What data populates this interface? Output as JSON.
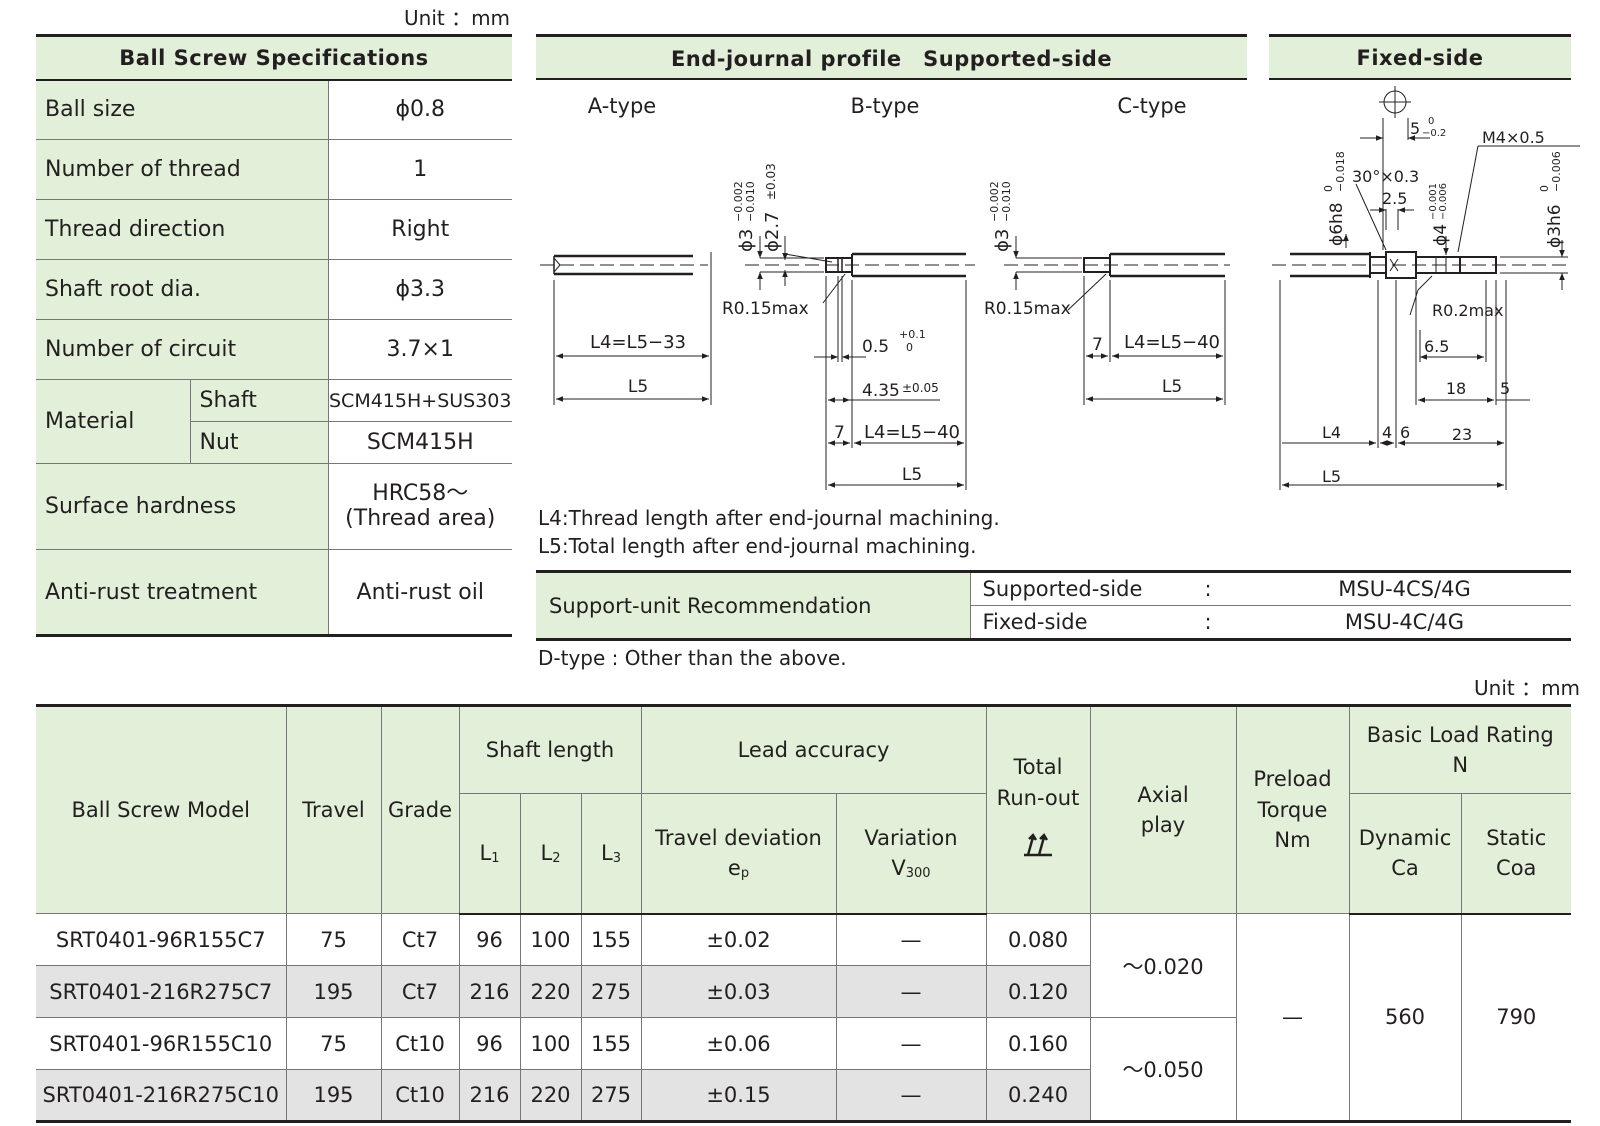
{
  "unit_label_top": "Unit ：mm",
  "unit_label_bottom": "Unit ：mm",
  "spec": {
    "title": "Ball Screw Specifications",
    "rows": [
      {
        "label": "Ball size",
        "value": "ϕ0.8"
      },
      {
        "label": "Number of thread",
        "value": "1"
      },
      {
        "label": "Thread direction",
        "value": "Right"
      },
      {
        "label": "Shaft root dia.",
        "value": "ϕ3.3"
      },
      {
        "label": "Number of circuit",
        "value": "3.7×1"
      }
    ],
    "material": {
      "label": "Material",
      "shaft_label": "Shaft",
      "shaft_value": "SCM415H+SUS303",
      "nut_label": "Nut",
      "nut_value": "SCM415H"
    },
    "hardness": {
      "label": "Surface hardness",
      "value_line1": "HRC58～",
      "value_line2": "(Thread area)"
    },
    "antirust": {
      "label": "Anti-rust treatment",
      "value": "Anti-rust oil"
    }
  },
  "profile": {
    "header": "End-journal profile　Supported-side",
    "a_type": "A-type",
    "b_type": "B-type",
    "c_type": "C-type",
    "a_dims": {
      "l4": "L4=L5−33",
      "l5": "L5"
    },
    "b_dims": {
      "d1": "ϕ3",
      "d1_tol_upper": "−0.002",
      "d1_tol_lower": "−0.010",
      "d2": "ϕ2.7",
      "d2_tol": "±0.03",
      "r": "R0.15max",
      "g": "0.5",
      "g_tol_upper": "+0.1",
      "g_tol_lower": "0",
      "len": "4.35",
      "len_tol": "±0.05",
      "seven": "7",
      "l4": "L4=L5−40",
      "l5": "L5"
    },
    "c_dims": {
      "d1": "ϕ3",
      "d1_tol_upper": "−0.002",
      "d1_tol_lower": "−0.010",
      "r": "R0.15max",
      "seven": "7",
      "l4": "L4=L5−40",
      "l5": "L5"
    }
  },
  "fixed": {
    "header": "Fixed-side",
    "dims": {
      "five": "5",
      "five_tol_upper": "0",
      "five_tol_lower": "−0.2",
      "thread": "M4×0.5",
      "d6": "ϕ6h8",
      "d6_tol_upper": "0",
      "d6_tol_lower": "−0.018",
      "chamfer": "30°×0.3",
      "two5": "2.5",
      "d4": "ϕ4",
      "d4_tol_upper": "−0.001",
      "d4_tol_lower": "−0.006",
      "d3": "ϕ3h6",
      "d3_tol_upper": "0",
      "d3_tol_lower": "−0.006",
      "r": "R0.2max",
      "six5": "6.5",
      "eighteen": "18",
      "five_b": "5",
      "l4": "L4",
      "four": "4",
      "six": "6",
      "twentythree": "23",
      "l5": "L5"
    }
  },
  "notes": {
    "l4": "L4:Thread length after end-journal machining.",
    "l5": "L5:Total length after end-journal machining."
  },
  "support": {
    "title": "Support-unit Recommendation",
    "rows": [
      {
        "side": "Supported-side",
        "colon": ":",
        "value": "MSU-4CS/4G"
      },
      {
        "side": "Fixed-side",
        "colon": ":",
        "value": "MSU-4C/4G"
      }
    ]
  },
  "d_type_note": "D-type : Other than the above.",
  "main_table": {
    "headers": {
      "model": "Ball Screw Model",
      "travel": "Travel",
      "grade": "Grade",
      "shaft_length": "Shaft length",
      "l1": "L",
      "l1_sub": "1",
      "l2": "L",
      "l2_sub": "2",
      "l3": "L",
      "l3_sub": "3",
      "lead_accuracy": "Lead accuracy",
      "travel_dev": "Travel deviation",
      "travel_dev_sym": "e",
      "travel_dev_sub": "p",
      "variation": "Variation",
      "variation_sym": "V",
      "variation_sub": "300",
      "runout_1": "Total",
      "runout_2": "Run-out",
      "axial_1": "Axial",
      "axial_2": "play",
      "preload_1": "Preload",
      "preload_2": "Torque",
      "preload_3": "Nm",
      "load_rating": "Basic Load Rating",
      "load_unit": "N",
      "dynamic_1": "Dynamic",
      "dynamic_2": "Ca",
      "static_1": "Static",
      "static_2": "Coa"
    },
    "rows": [
      {
        "model": "SRT0401-96R155C7",
        "travel": "75",
        "grade": "Ct7",
        "l1": "96",
        "l2": "100",
        "l3": "155",
        "dev": "±0.02",
        "var": "—",
        "runout": "0.080"
      },
      {
        "model": "SRT0401-216R275C7",
        "travel": "195",
        "grade": "Ct7",
        "l1": "216",
        "l2": "220",
        "l3": "275",
        "dev": "±0.03",
        "var": "—",
        "runout": "0.120"
      },
      {
        "model": "SRT0401-96R155C10",
        "travel": "75",
        "grade": "Ct10",
        "l1": "96",
        "l2": "100",
        "l3": "155",
        "dev": "±0.06",
        "var": "—",
        "runout": "0.160"
      },
      {
        "model": "SRT0401-216R275C10",
        "travel": "195",
        "grade": "Ct10",
        "l1": "216",
        "l2": "220",
        "l3": "275",
        "dev": "±0.15",
        "var": "—",
        "runout": "0.240"
      }
    ],
    "axial_c7": "～0.020",
    "axial_c10": "～0.050",
    "preload": "—",
    "dynamic": "560",
    "static": "790"
  }
}
